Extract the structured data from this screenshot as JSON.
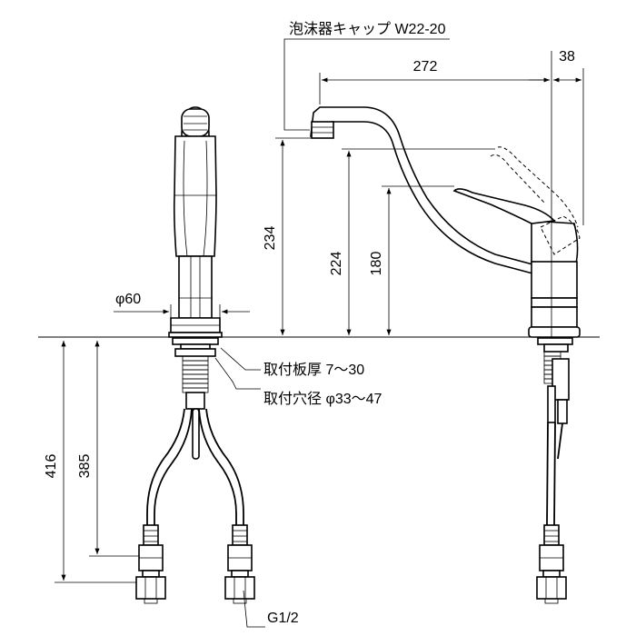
{
  "labels": {
    "aerator_cap": "泡沫器キャップ W22-20",
    "mount_plate": "取付板厚 7～30",
    "mount_hole": "取付穴径 φ33～47",
    "thread": "G1/2"
  },
  "dimensions": {
    "d_base": "φ60",
    "spout_reach": "272",
    "offset": "38",
    "h_spout": "234",
    "h_handle": "224",
    "h_lever": "180",
    "hose_total": "416",
    "hose_to_nut": "385"
  }
}
